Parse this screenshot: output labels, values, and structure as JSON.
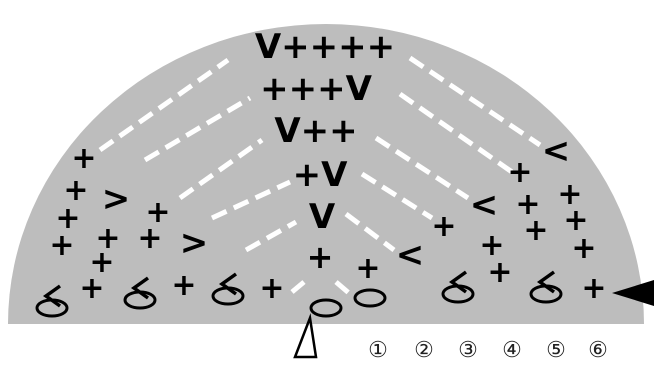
{
  "diagram": {
    "background_color": "#bdbdbd",
    "ink_color": "#000000",
    "dash_color": "#ffffff",
    "symbols": {
      "single_crochet": "+",
      "increase": "V",
      "decrease": "<",
      "slip_ring": "ring-icon",
      "start_marker": "open-triangle-icon",
      "end_marker": "filled-triangle-icon"
    },
    "rows": [
      {
        "label": "①",
        "center_stitches": "+"
      },
      {
        "label": "②",
        "center_stitches": "V"
      },
      {
        "label": "③",
        "center_stitches": "+V"
      },
      {
        "label": "④",
        "center_stitches": "V++"
      },
      {
        "label": "⑤",
        "center_stitches": "+++V"
      },
      {
        "label": "⑥",
        "center_stitches": "V++++"
      }
    ]
  }
}
